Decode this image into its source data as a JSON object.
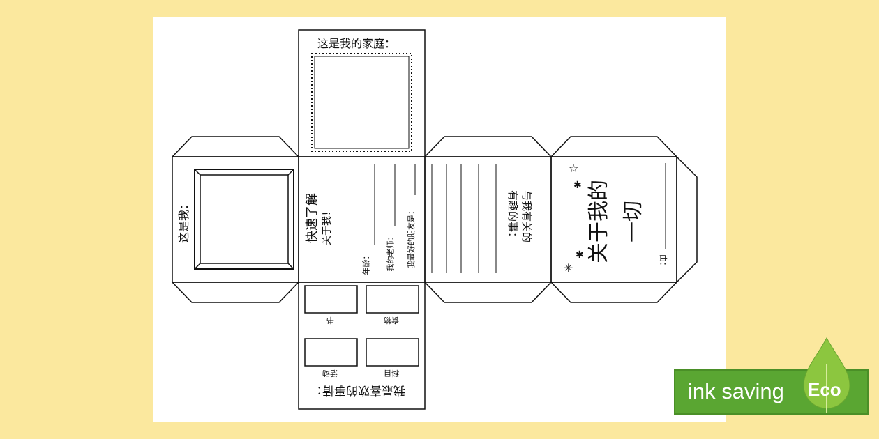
{
  "faces": {
    "top_title": "这是我的家庭：",
    "left_title": "这是我：",
    "quick_title_1": "快速了解",
    "quick_title_2": "关于我！",
    "age_label": "年龄：",
    "teacher_label": "我的老师：",
    "best_friend_label": "我最好的朋友是：",
    "interesting_1": "与我有关的",
    "interesting_2": "有趣的事：",
    "cover_title_1": "关于我的",
    "cover_title_2": "一切",
    "by_label": "由：",
    "favorites_title": "我最喜欢的事情：",
    "fav_book": "书",
    "fav_food": "食物",
    "fav_activity": "活动",
    "fav_subject": "科目"
  },
  "badge": {
    "text": "ink saving",
    "eco": "Eco",
    "color": "#5aa632"
  }
}
